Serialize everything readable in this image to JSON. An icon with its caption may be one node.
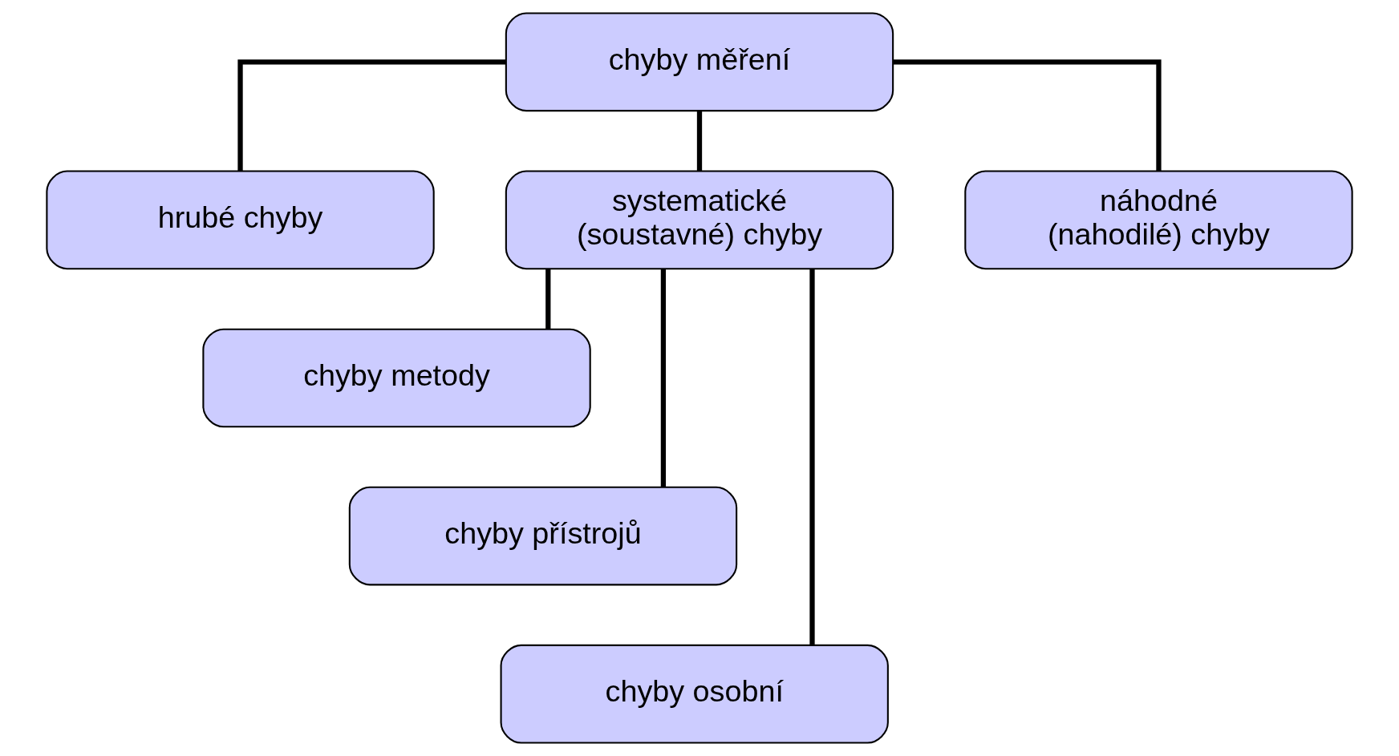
{
  "diagram": {
    "nodes": [
      {
        "text": [
          "chyby měření"
        ]
      },
      {
        "text": [
          "hrubé chyby"
        ]
      },
      {
        "text": [
          "systematické (soustavné) chyby"
        ]
      },
      {
        "text": [
          "náhodné (nahodilé) chyby"
        ]
      },
      {
        "text": [
          "chyby metody"
        ]
      },
      {
        "text": [
          "chyby přístrojů"
        ]
      },
      {
        "text": [
          "chyby osobní"
        ]
      }
    ],
    "edges": [
      {
        "from": 0,
        "to": 1,
        "arrow": "none"
      },
      {
        "from": 0,
        "to": 2,
        "arrow": "none"
      },
      {
        "from": 0,
        "to": 3,
        "arrow": "none"
      },
      {
        "from": 2,
        "to": 4,
        "arrow": "none"
      },
      {
        "from": 2,
        "to": 5,
        "arrow": "none"
      },
      {
        "from": 2,
        "to": 6,
        "arrow": "none"
      }
    ]
  }
}
